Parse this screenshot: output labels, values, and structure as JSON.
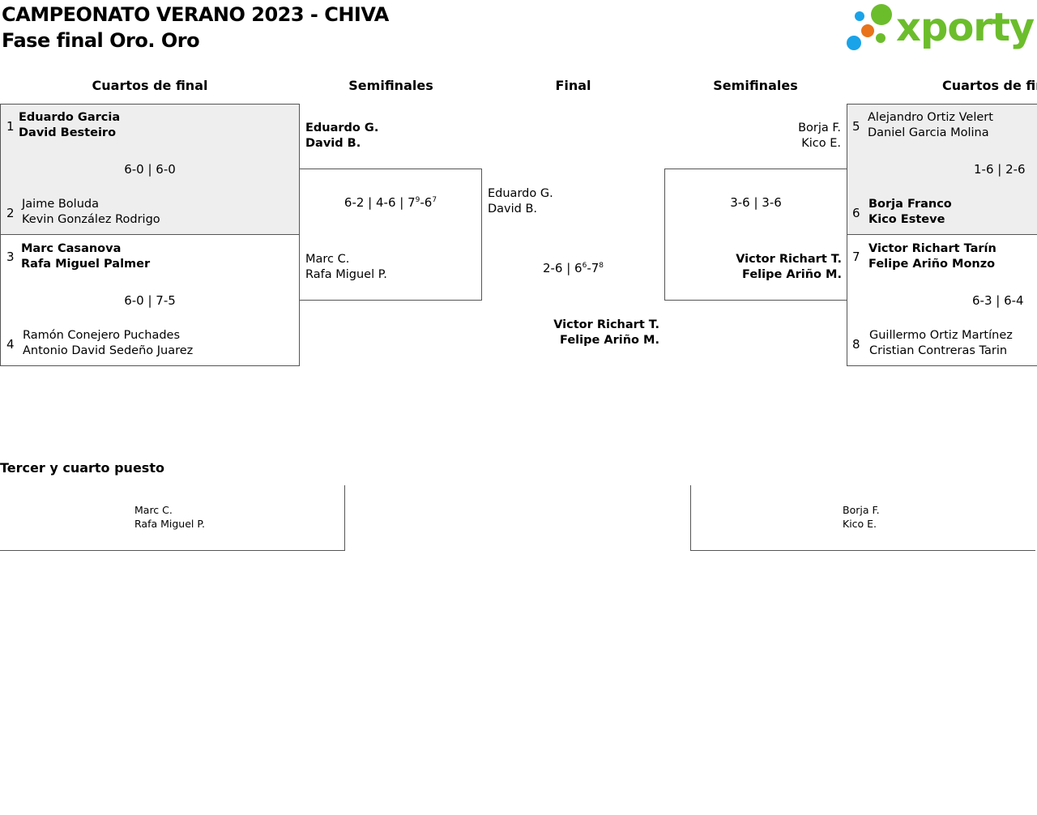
{
  "header": {
    "title": "CAMPEONATO VERANO 2023 - CHIVA",
    "subtitle": "Fase final Oro. Oro",
    "logo_text": "xporty",
    "logo_colors": [
      "#1aa3e8",
      "#e8731a",
      "#6cbd2c"
    ]
  },
  "columns": {
    "qf_left": "Cuartos de final",
    "sf_left": "Semifinales",
    "final": "Final",
    "sf_right": "Semifinales",
    "qf_right": "Cuartos de final"
  },
  "qf": [
    {
      "seed_a": "1",
      "a1": "Eduardo Garcia",
      "a2": "David Besteiro",
      "seed_b": "2",
      "b1": "Jaime Boluda",
      "b2": "Kevin González Rodrigo",
      "score": "6-0 | 6-0"
    },
    {
      "seed_a": "3",
      "a1": "Marc Casanova",
      "a2": "Rafa Miguel Palmer",
      "seed_b": "4",
      "b1": "Ramón Conejero Puchades",
      "b2": "Antonio David Sedeño Juarez",
      "score": "6-0 | 7-5"
    },
    {
      "seed_a": "5",
      "a1": "Alejandro Ortiz Velert",
      "a2": "Daniel Garcia Molina",
      "seed_b": "6",
      "b1": "Borja Franco",
      "b2": "Kico Esteve",
      "score": "1-6 | 2-6"
    },
    {
      "seed_a": "7",
      "a1": "Victor Richart Tarín",
      "a2": "Felipe Ariño Monzo",
      "seed_b": "8",
      "b1": "Guillermo Ortiz Martínez",
      "b2": "Cristian Contreras Tarin",
      "score": "6-3 | 6-4"
    }
  ],
  "sf_left": {
    "a1": "Eduardo G.",
    "a2": "David B.",
    "b1": "Marc C.",
    "b2": "Rafa Miguel P.",
    "score_parts": [
      "6-2 | 4-6 | 7",
      "9",
      "-6",
      "7"
    ]
  },
  "sf_right": {
    "a1": "Borja F.",
    "a2": "Kico E.",
    "b1": "Victor Richart T.",
    "b2": "Felipe Ariño M.",
    "score": "3-6 | 3-6"
  },
  "final": {
    "a1": "Eduardo G.",
    "a2": "David B.",
    "b1": "Victor Richart T.",
    "b2": "Felipe Ariño M.",
    "score_parts": [
      "2-6 | 6",
      "6",
      "-7",
      "8"
    ]
  },
  "third_place": {
    "label": "Tercer y cuarto puesto",
    "left1": "Marc C.",
    "left2": "Rafa Miguel P.",
    "right1": "Borja F.",
    "right2": "Kico E."
  }
}
